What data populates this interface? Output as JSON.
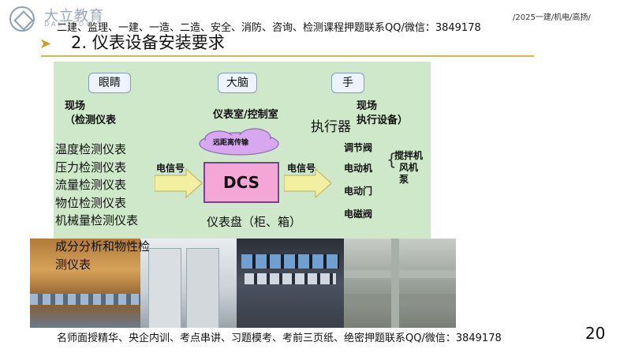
{
  "header": {
    "brand": "大立教育",
    "brand_sub": "DALI EDU",
    "top_ad": "二建、监理、一建、一造、二造、安全、消防、咨询、检测课程押题联系QQ/微信：3849178",
    "top_right": "/2025一建/机电/高扬/"
  },
  "title": "2. 仪表设备安装要求",
  "diagram": {
    "eyes_label": "眼睛",
    "brain_label": "大脑",
    "hand_label": "手",
    "field_instruments_title": "现场\n（检测仪表",
    "control_room_title": "仪表室/控制室",
    "executor_title": "执行器",
    "field_actuator_title": "现场\n执行设备）",
    "remote_transmission": "远距离传输",
    "dcs_label": "DCS",
    "signal_in": "电信号",
    "signal_out": "电信号",
    "instruments": [
      "温度检测仪表",
      "压力检测仪表",
      "流量检测仪表",
      "物位检测仪表",
      "机械量检测仪表",
      "成分分析和物性检",
      "测仪表"
    ],
    "devices": [
      "调节阀",
      "电动机",
      "电动门",
      "电磁阀"
    ],
    "motor_loads": [
      "搅拌机",
      "风机",
      "泵"
    ],
    "panel_label": "仪表盘（柜、箱）"
  },
  "photos": [
    "field-instrument-photo",
    "cabinet-photo",
    "control-room-photo",
    "pipeline-photo"
  ],
  "footer": "名师面授精华、央企内训、考点串讲、习题模考、考前三页纸、绝密押题联系QQ/微信：3849178",
  "page_number": "20",
  "colors": {
    "diagram_bg": "#cfe8c9",
    "dcs_fill": "#f4a6d6",
    "arrow_fill": "#f2f0a0",
    "title_line": "#d4b84a"
  }
}
